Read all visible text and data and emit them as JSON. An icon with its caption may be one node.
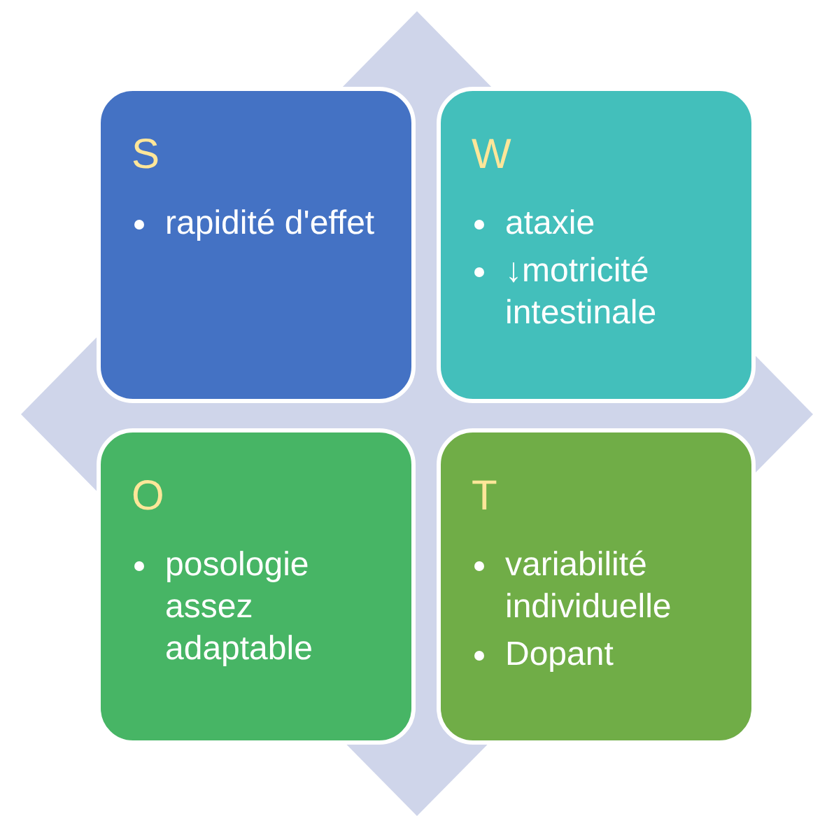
{
  "diagram": {
    "nodes": [
      {
        "text": [
          "S",
          "rapidité d'effet"
        ]
      },
      {
        "text": [
          "W",
          "ataxie",
          "↓motricité intestinale"
        ]
      },
      {
        "text": [
          "O",
          "posologie assez adaptable"
        ]
      },
      {
        "text": [
          "T",
          "variabilité individuelle",
          "Dopant"
        ]
      }
    ]
  }
}
